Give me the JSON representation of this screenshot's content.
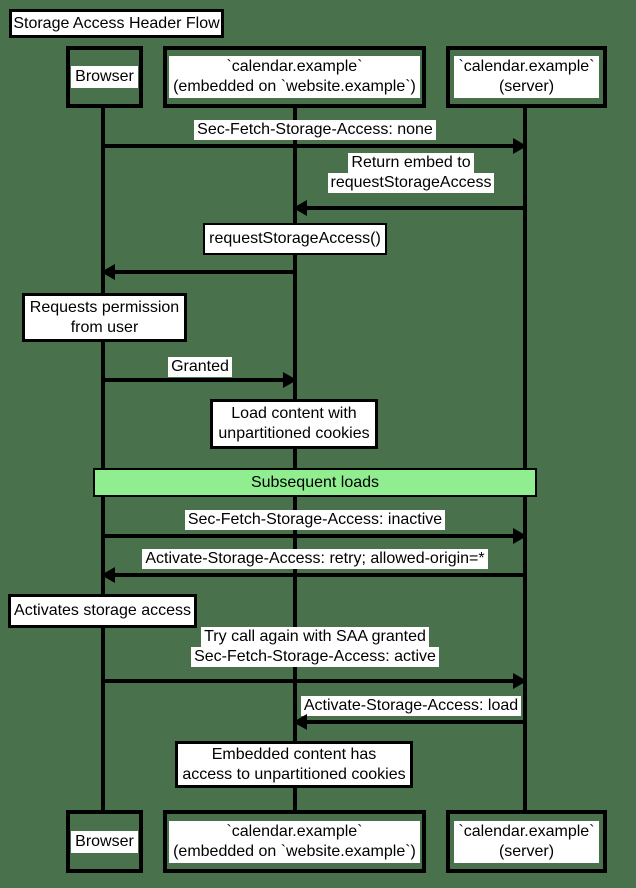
{
  "diagram_title": "Storage Access Header Flow",
  "colors": {
    "background": "#49714C",
    "divider_fill": "#90EE90",
    "line": "#000000",
    "box_fill": "#FFFFFF",
    "text": "#000000"
  },
  "actors": [
    {
      "id": "browser",
      "lines": [
        "Browser"
      ]
    },
    {
      "id": "embed",
      "lines": [
        "`calendar.example`",
        "(embedded on `website.example`)"
      ]
    },
    {
      "id": "server",
      "lines": [
        "`calendar.example`",
        "(server)"
      ]
    }
  ],
  "messages": [
    {
      "from": "browser",
      "to": "server",
      "lines": [
        "Sec-Fetch-Storage-Access: none"
      ]
    },
    {
      "from": "server",
      "to": "embed",
      "lines": [
        "Return embed to",
        "requestStorageAccess"
      ]
    },
    {
      "from": "embed",
      "to": "browser",
      "lines": []
    },
    {
      "from": "browser",
      "to": "embed",
      "lines": [
        "Granted"
      ]
    },
    {
      "from": "browser",
      "to": "server",
      "lines": [
        "Sec-Fetch-Storage-Access: inactive"
      ]
    },
    {
      "from": "server",
      "to": "browser",
      "lines": [
        "Activate-Storage-Access: retry; allowed-origin=*"
      ]
    },
    {
      "from": "browser",
      "to": "server",
      "lines": [
        "Try call again with SAA granted",
        "Sec-Fetch-Storage-Access: active"
      ]
    },
    {
      "from": "server",
      "to": "embed",
      "lines": [
        "Activate-Storage-Access: load"
      ]
    }
  ],
  "notes": [
    {
      "over": "embed",
      "lines": [
        "requestStorageAccess()"
      ]
    },
    {
      "over": "browser",
      "lines": [
        "Requests permission",
        "from user"
      ]
    },
    {
      "over": "embed",
      "lines": [
        "Load content with",
        "unpartitioned cookies"
      ]
    },
    {
      "over": "browser",
      "lines": [
        "Activates storage access"
      ]
    },
    {
      "over": "embed",
      "lines": [
        "Embedded content has",
        "access to unpartitioned cookies"
      ]
    }
  ],
  "divider": {
    "label": "Subsequent loads"
  }
}
